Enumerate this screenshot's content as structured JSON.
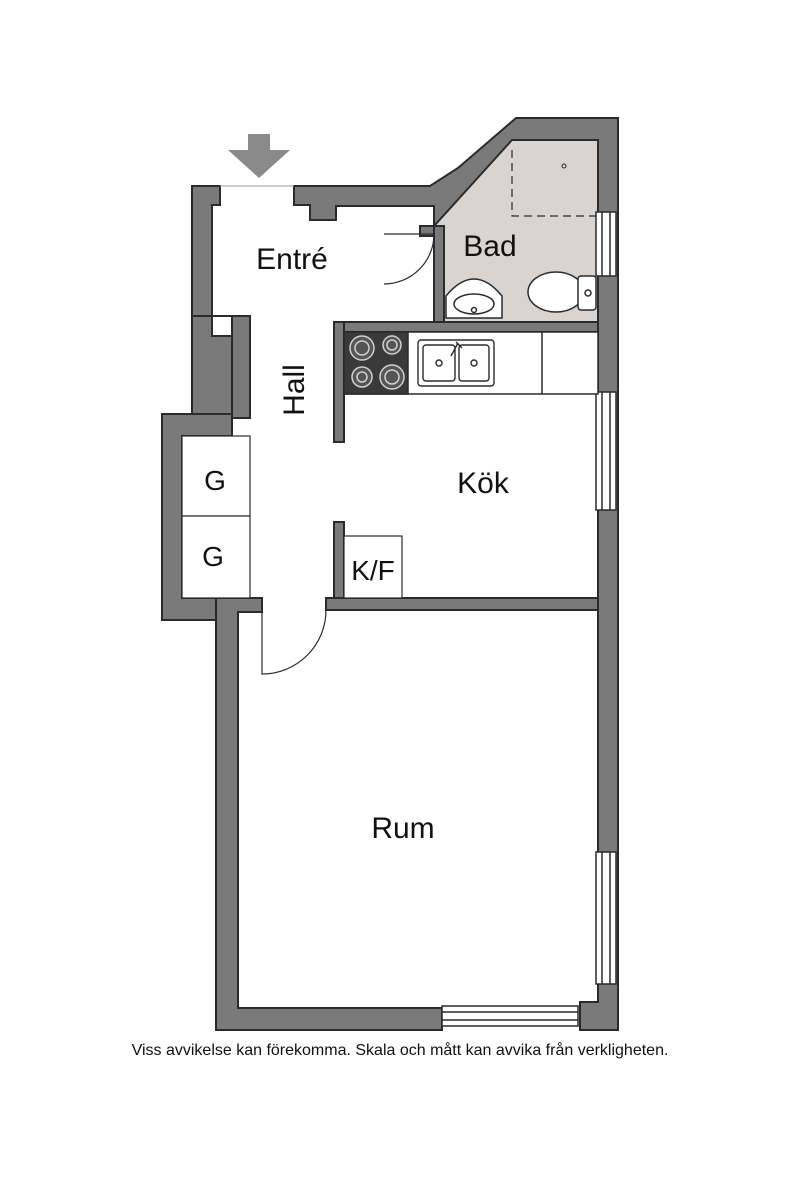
{
  "rooms": {
    "entre": "Entré",
    "bad": "Bad",
    "hall": "Hall",
    "kok": "Kök",
    "rum": "Rum",
    "closet_1": "G",
    "closet_2": "G",
    "fridge_freezer": "K/F"
  },
  "disclaimer": "Viss avvikelse kan förekomma. Skala och mått kan avvika från verkligheten.",
  "colors": {
    "wall": "#7a7a7a",
    "wall_outline": "#2b2b2b",
    "bathroom_floor": "#d9d4cf",
    "entrance_arrow": "#8a8a8a",
    "stove": "#3a3a3a"
  },
  "icons": [
    "entrance-arrow-icon",
    "stove-icon",
    "sink-icon",
    "washbasin-icon",
    "toilet-icon",
    "door-swing-icon",
    "window-icon"
  ]
}
